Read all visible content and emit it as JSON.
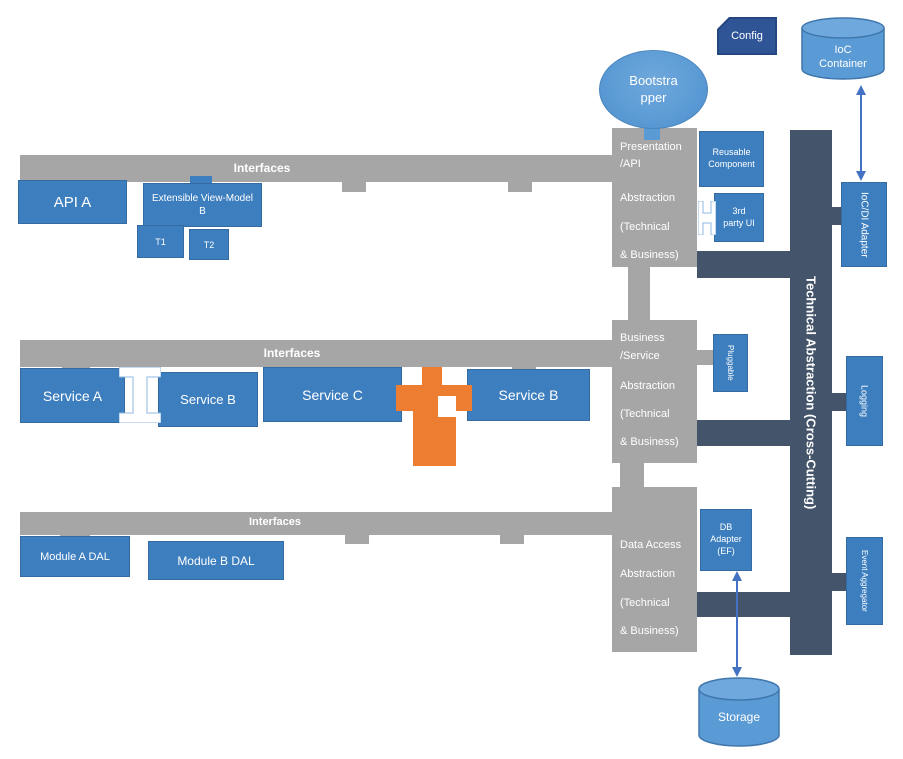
{
  "nodes": {
    "config": "Config",
    "ioc_container": "IoC Container",
    "bootstrapper": "Bootstra pper",
    "api_a": "API A",
    "extensible_view_model_b": "Extensible View-Model B",
    "t1": "T1",
    "t2": "T2",
    "service_a": "Service A",
    "service_b": "Service B",
    "service_c": "Service C",
    "service_b_2": "Service B",
    "module_a_dal": "Module  A DAL",
    "module_b_dal": "Module B DAL",
    "reusable_component": "Reusable Component",
    "third_party_ui": "3rd party UI",
    "pluggable": "Pluggable",
    "db_adapter_ef": "DB Adapter (EF)",
    "ioc_di_adapter": "IoC/DI Adapter",
    "logging": "Logging",
    "event_aggregator": "Event Aggregator",
    "technical_abstraction": "Technical Abstraction (Cross-Cutting)",
    "storage": "Storage"
  },
  "interface_bars": [
    "Interfaces",
    "Interfaces",
    "Interfaces"
  ],
  "layers": {
    "presentation": [
      "Presentation",
      "/API",
      "Abstraction",
      "(Technical",
      "& Business)"
    ],
    "business": [
      "Business",
      "/Service",
      "Abstraction",
      "(Technical",
      "& Business)"
    ],
    "data_access": [
      "Data Access",
      "Abstraction",
      "(Technical",
      "& Business)"
    ]
  },
  "colors": {
    "component_blue": "#3D7EBF",
    "light_blue": "#5B9BD5",
    "config_blue": "#2F5597",
    "layer_gray": "#A6A6A6",
    "dark_slate": "#44546A",
    "plugin_orange": "#ED7D31",
    "arrow_blue": "#4472C4"
  }
}
